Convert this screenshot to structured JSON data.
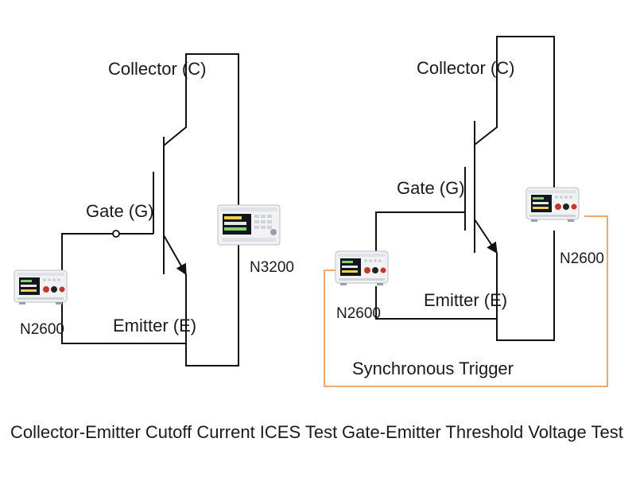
{
  "colors": {
    "wire": "#111111",
    "trigger": "#e8a15f",
    "device_body": "#f1f2f4",
    "screen": "#12161c",
    "led_red": "#c0392b"
  },
  "left": {
    "caption": "Collector-Emitter Cutoff Current ICES Test",
    "collector_label": "Collector (C)",
    "gate_label": "Gate (G)",
    "emitter_label": "Emitter (E)",
    "instrument_a": "N2600",
    "instrument_b": "N3200"
  },
  "right": {
    "caption": "Gate-Emitter Threshold Voltage Test",
    "collector_label": "Collector (C)",
    "gate_label": "Gate (G)",
    "emitter_label": "Emitter (E)",
    "instrument_a": "N2600",
    "instrument_b": "N2600",
    "trigger_label": "Synchronous Trigger"
  },
  "icons": [
    "smu-instrument-icon",
    "electronic-load-icon",
    "igbt-symbol-icon"
  ]
}
